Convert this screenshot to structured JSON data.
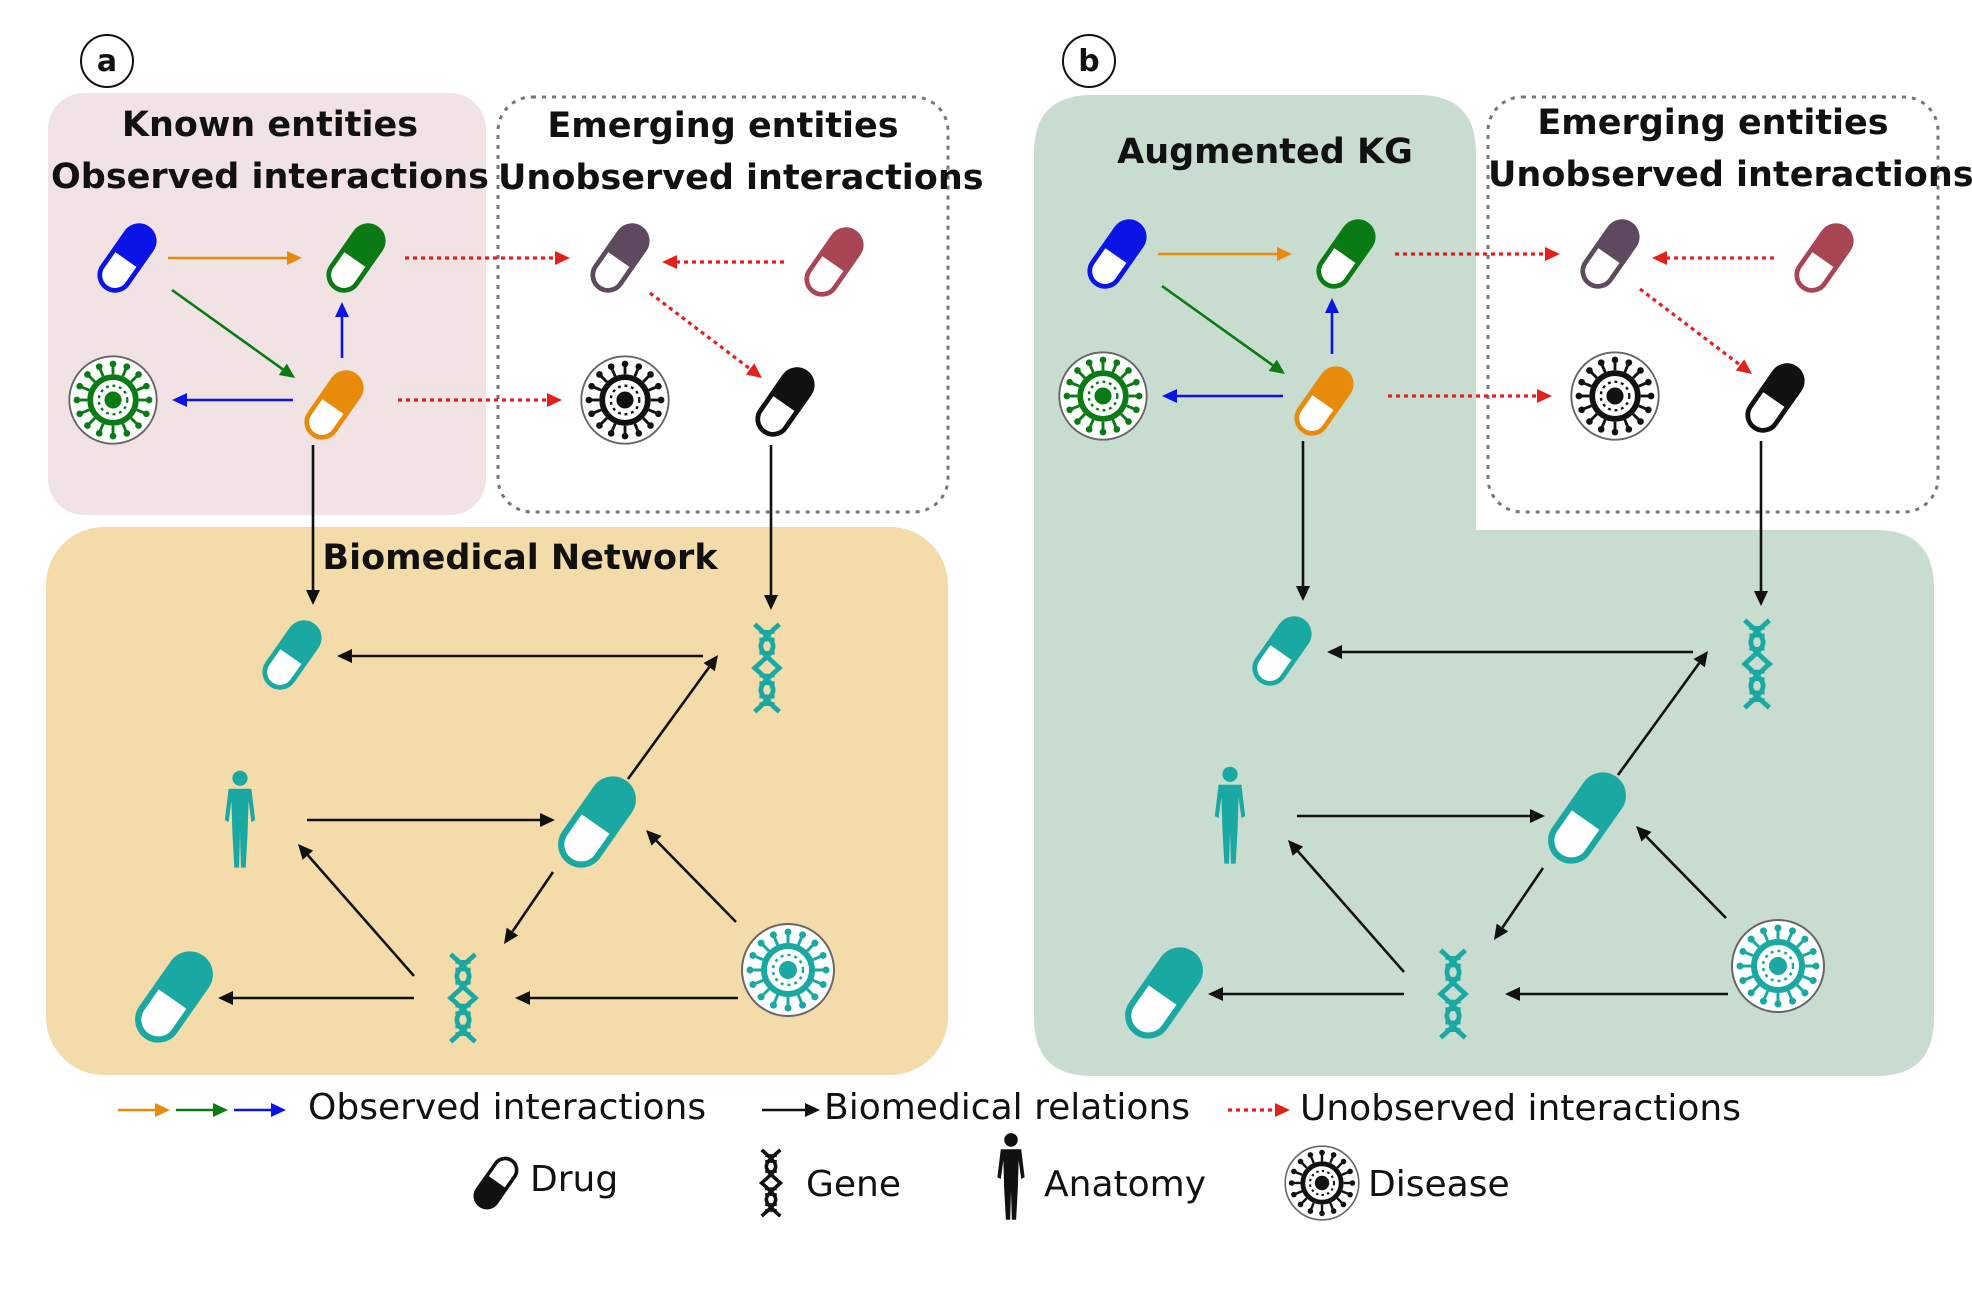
{
  "panels": {
    "a": {
      "label": "a",
      "known_title_1": "Known entities",
      "known_title_2": "Observed interactions",
      "emerging_title_1": "Emerging entities",
      "emerging_title_2": "Unobserved interactions",
      "network_title": "Biomedical Network"
    },
    "b": {
      "label": "b",
      "augmented_title": "Augmented KG",
      "emerging_title_1": "Emerging entities",
      "emerging_title_2": "Unobserved interactions"
    }
  },
  "legend": {
    "observed": "Observed interactions",
    "biomedical": "Biomedical relations",
    "unobserved": "Unobserved interactions",
    "drug": "Drug",
    "gene": "Gene",
    "anatomy": "Anatomy",
    "disease": "Disease"
  },
  "colors": {
    "known_bg": "#f1e3e3",
    "network_bg": "#f3dcaa",
    "augmented_bg": "#c8dccf",
    "teal": "#1aa8a3",
    "blue": "#0a14e6",
    "green": "#0a7a14",
    "orange": "#e88a0a",
    "red_dotted": "#e2211c",
    "purple_drug": "#5e4a5e",
    "maroon_drug": "#a94654",
    "dark": "#111111"
  },
  "icons": [
    "drug-icon",
    "gene-icon",
    "anatomy-icon",
    "disease-icon"
  ]
}
